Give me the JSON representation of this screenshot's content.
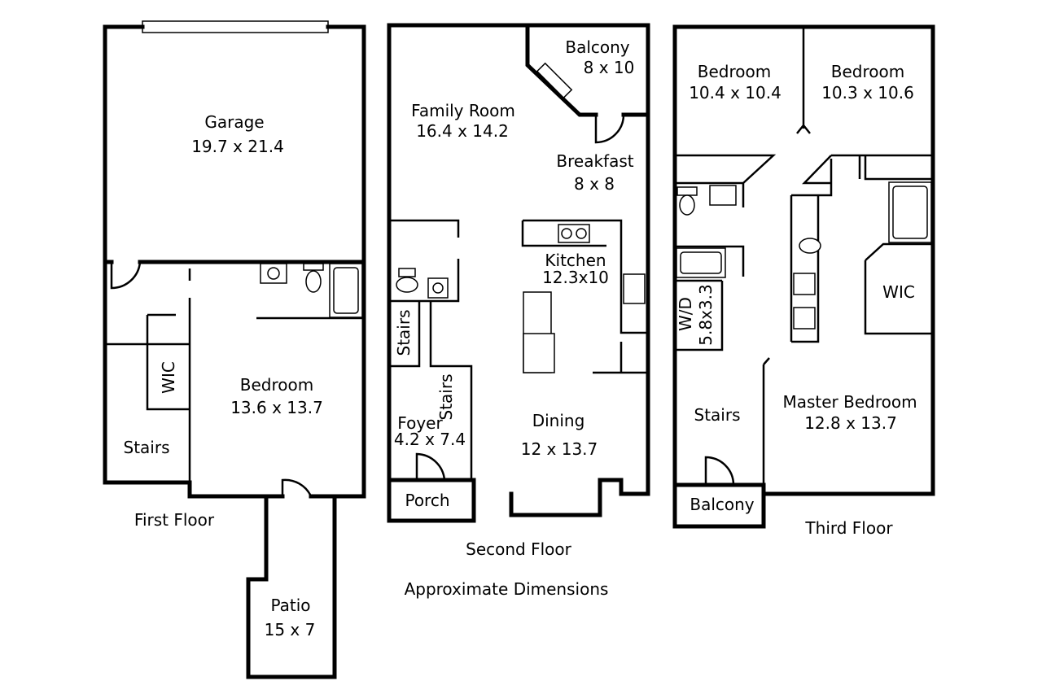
{
  "floors": {
    "first": {
      "caption": "First Floor",
      "rooms": {
        "garage": {
          "name": "Garage",
          "dims": "19.7 x 21.4"
        },
        "bedroom": {
          "name": "Bedroom",
          "dims": "13.6 x 13.7"
        },
        "wic": {
          "name": "WIC"
        },
        "stairs": {
          "name": "Stairs"
        },
        "patio": {
          "name": "Patio",
          "dims": "15 x 7"
        }
      }
    },
    "second": {
      "caption": "Second Floor",
      "rooms": {
        "balcony": {
          "name": "Balcony",
          "dims": "8 x 10"
        },
        "family_room": {
          "name": "Family Room",
          "dims": "16.4 x 14.2"
        },
        "breakfast": {
          "name": "Breakfast",
          "dims": "8 x 8"
        },
        "kitchen": {
          "name": "Kitchen",
          "dims": "12.3x10"
        },
        "stairs_a": {
          "name": "Stairs"
        },
        "stairs_b": {
          "name": "Stairs"
        },
        "foyer": {
          "name": "Foyer",
          "dims": "4.2 x 7.4"
        },
        "dining": {
          "name": "Dining",
          "dims": "12 x 13.7"
        },
        "porch": {
          "name": "Porch"
        }
      }
    },
    "third": {
      "caption": "Third Floor",
      "rooms": {
        "bedroom_a": {
          "name": "Bedroom",
          "dims": "10.4 x 10.4"
        },
        "bedroom_b": {
          "name": "Bedroom",
          "dims": "10.3 x 10.6"
        },
        "wic": {
          "name": "WIC"
        },
        "wd": {
          "name": "W/D",
          "dims": "5.8x3.3"
        },
        "stairs": {
          "name": "Stairs"
        },
        "master": {
          "name": "Master Bedroom",
          "dims": "12.8 x 13.7"
        },
        "balcony": {
          "name": "Balcony"
        }
      }
    }
  },
  "note": "Approximate Dimensions"
}
